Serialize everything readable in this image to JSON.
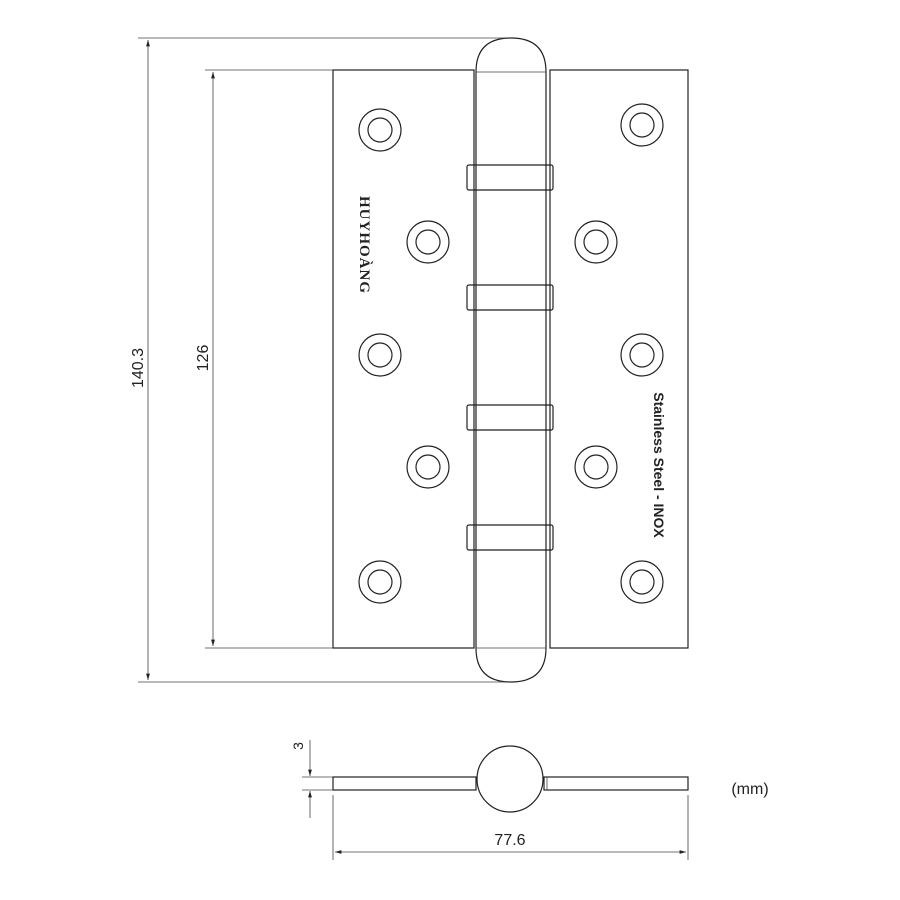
{
  "dimensions": {
    "overall_height": "140.3",
    "leaf_height": "126",
    "thickness": "3",
    "open_width": "77.6",
    "unit": "(mm)"
  },
  "leaf_text": "Stainless Steel - INOX",
  "logo_text": "HUYHOÀNG"
}
